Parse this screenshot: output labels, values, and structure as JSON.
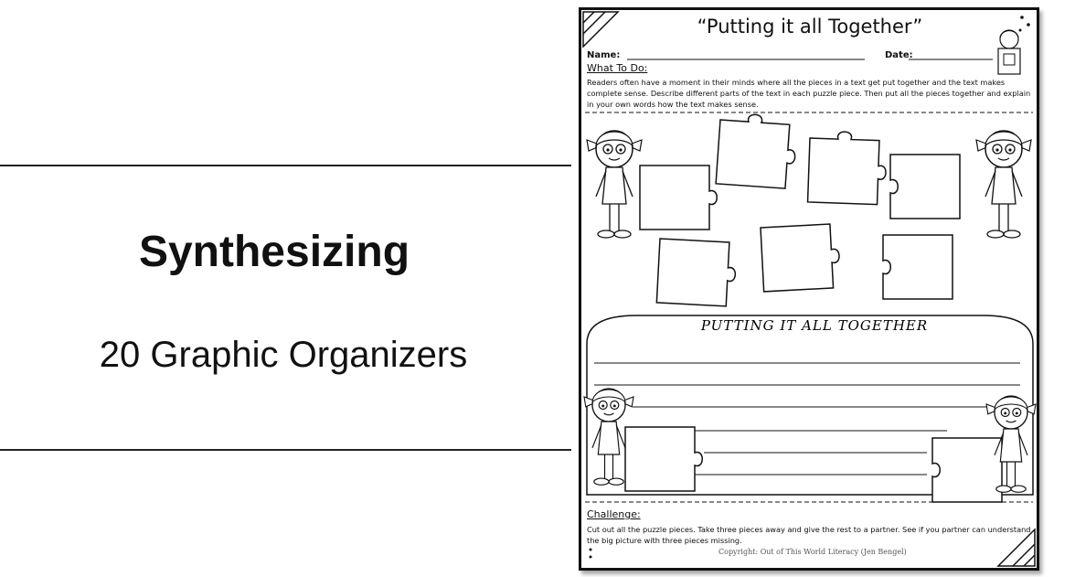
{
  "cover": {
    "title": "Synthesizing",
    "subtitle": "20 Graphic Organizers"
  },
  "worksheet": {
    "title": "“Putting it all Together”",
    "name_label": "Name:",
    "date_label": "Date:",
    "what_to_do_label": "What To Do:",
    "instructions": "Readers often have a moment in their minds where all the pieces in a text get put together and the text makes complete sense. Describe different parts of the text in each puzzle piece. Then put all the pieces together and explain in your own words how the text makes sense.",
    "panel_title": "PUTTING IT ALL TOGETHER",
    "challenge_label": "Challenge:",
    "challenge_text": "Cut out all the puzzle pieces. Take three pieces away and give the rest to a partner. See if you partner can understand the big picture with three pieces missing.",
    "copyright": "Copyright: Out of This World Literacy (Jen Bengel)"
  },
  "colors": {
    "ink": "#111111",
    "paper": "#ffffff"
  }
}
